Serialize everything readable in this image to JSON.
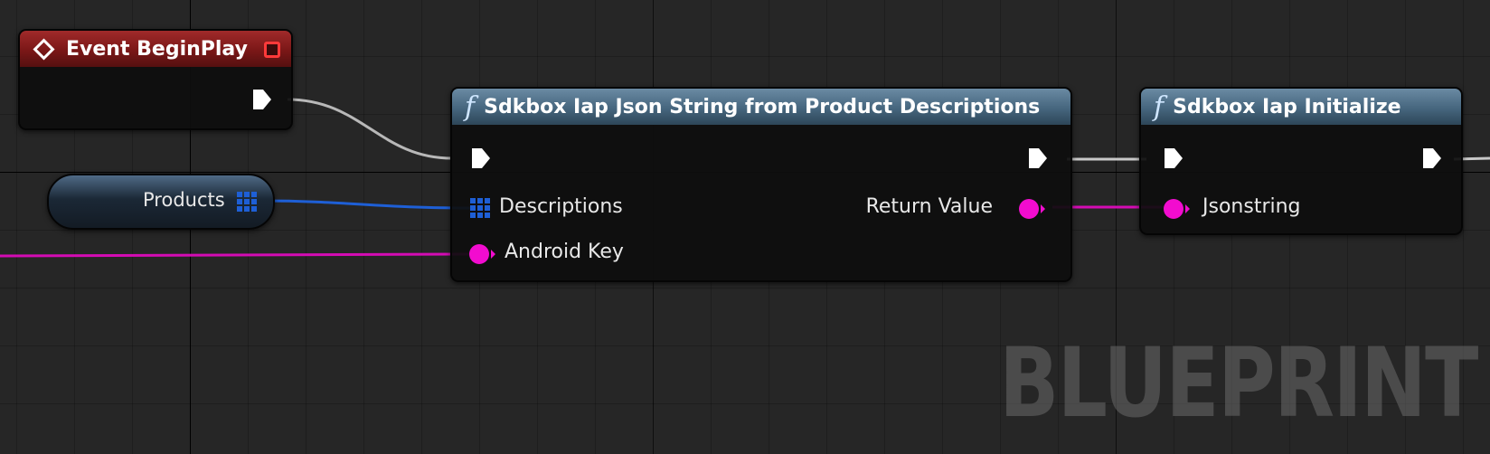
{
  "editor": {
    "watermark": "BLUEPRINT"
  },
  "nodes": {
    "event_begin_play": {
      "title": "Event BeginPlay",
      "type": "event"
    },
    "json_from_descriptions": {
      "title": "Sdkbox Iap Json String from Product Descriptions",
      "type": "function",
      "inputs": {
        "descriptions": "Descriptions",
        "android_key": "Android Key"
      },
      "outputs": {
        "return_value": "Return Value"
      }
    },
    "iap_initialize": {
      "title": "Sdkbox Iap Initialize",
      "type": "function",
      "inputs": {
        "jsonstring": "Jsonstring"
      }
    },
    "products_variable": {
      "label": "Products",
      "type": "array-variable"
    }
  },
  "colors": {
    "exec_wire": "#c8c8c8",
    "string_pin": "#f20ccf",
    "array_pin": "#1e5fd6",
    "event_header": "#8a1c1c",
    "function_header": "#4a6b84"
  },
  "icons": {
    "event": "event-diamond-icon",
    "function": "function-f-icon",
    "exec": "exec-arrow-icon",
    "array": "array-grid-icon",
    "delegate": "delegate-square-icon"
  }
}
